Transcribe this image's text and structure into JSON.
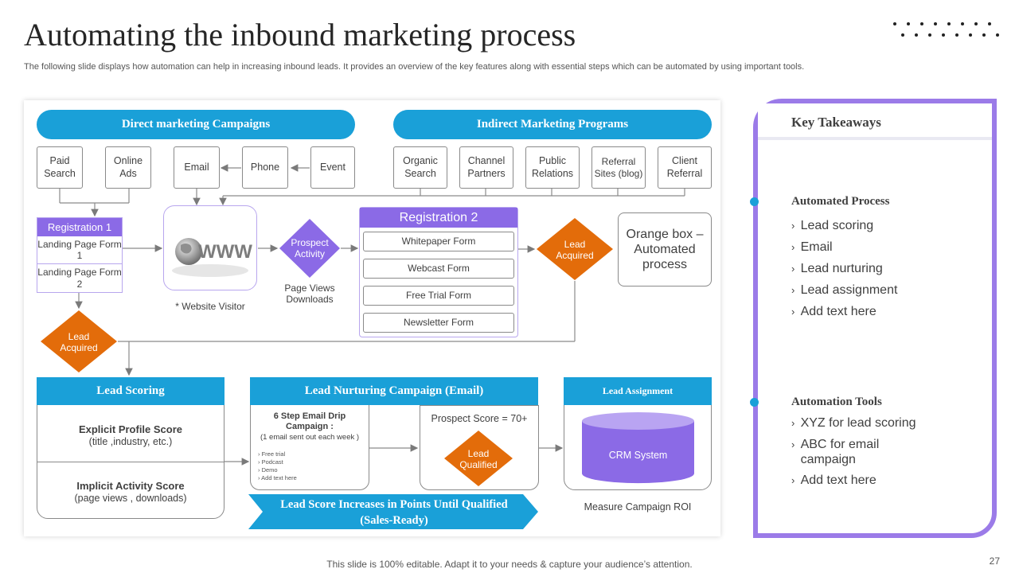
{
  "title": "Automating the inbound marketing process",
  "subtitle": "The following slide displays how automation can help in increasing inbound leads. It provides an overview of the key features along with essential steps which can be automated  by using important tools.",
  "direct": {
    "header": "Direct marketing  Campaigns",
    "channels": [
      "Paid Search",
      "Online Ads",
      "Email",
      "Phone",
      "Event"
    ]
  },
  "indirect": {
    "header": "Indirect  Marketing Programs",
    "channels": [
      "Organic Search",
      "Channel Partners",
      "Public Relations",
      "Referral Sites (blog)",
      "Client Referral"
    ]
  },
  "reg1": {
    "header": "Registration 1",
    "forms": [
      "Landing Page Form 1",
      "Landing Page Form 2"
    ]
  },
  "website": {
    "text": "WWW",
    "caption": "* Website Visitor"
  },
  "prospect": {
    "label": "Prospect Activity",
    "caption": "Page Views Downloads"
  },
  "reg2": {
    "header": "Registration 2",
    "forms": [
      "Whitepaper Form",
      "Webcast Form",
      "Free Trial Form",
      "Newsletter Form"
    ]
  },
  "lead_acquired_right": "Lead Acquired",
  "lead_acquired_left": "Lead Acquired",
  "orange_note": "Orange box – Automated process",
  "lead_scoring": {
    "header": "Lead Scoring",
    "explicit_title": "Explicit Profile Score",
    "explicit_sub": "(title ,industry, etc.)",
    "implicit_title": "Implicit Activity  Score",
    "implicit_sub": "(page views  , downloads)"
  },
  "nurturing": {
    "header": "Lead Nurturing  Campaign  (Email)",
    "drip_title": "6 Step Email Drip Campaign :",
    "drip_sub": "(1 email sent out each week )",
    "drip_items": [
      "Free trial",
      "Podcast",
      "Demo",
      "Add text here"
    ],
    "score_label": "Prospect Score = 70+",
    "qualified": "Lead Qualified",
    "banner": "Lead Score Increases in Points Until Qualified  (Sales-Ready)"
  },
  "assignment": {
    "header": "Lead  Assignment",
    "crm": "CRM System",
    "caption": "Measure Campaign ROI"
  },
  "key_takeaways": {
    "title": "Key Takeaways",
    "process_head": "Automated  Process",
    "process_items": [
      "Lead scoring",
      "Email",
      "Lead nurturing",
      "Lead assignment",
      "Add text here"
    ],
    "tools_head": "Automation  Tools",
    "tools_items": [
      "XYZ  for lead scoring",
      "ABC for email campaign",
      "Add text here"
    ]
  },
  "footer": "This slide is 100% editable. Adapt it to your needs & capture your audience’s attention.",
  "page_number": "27",
  "colors": {
    "blue": "#1aa0d8",
    "purple": "#8b6ae6",
    "orange": "#e36c0a",
    "frame": "#9b7be8"
  }
}
